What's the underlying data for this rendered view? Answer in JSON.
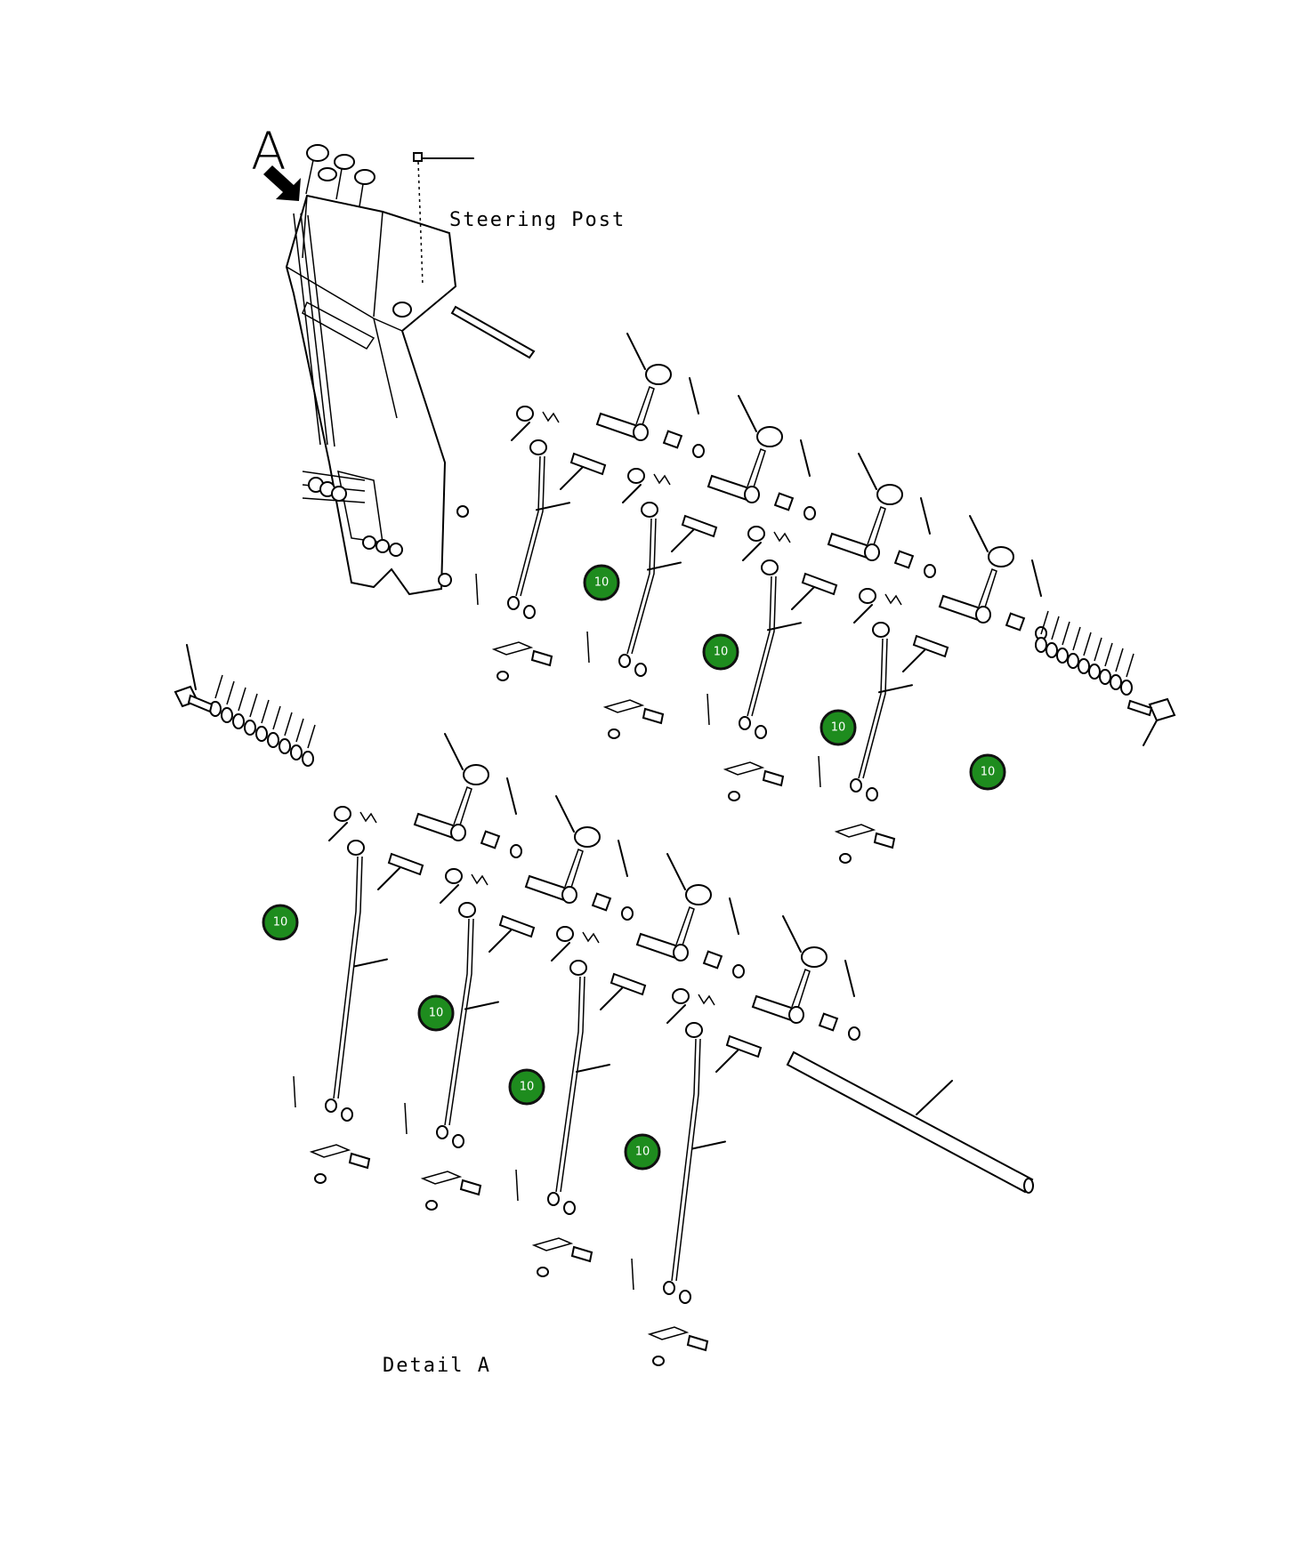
{
  "labels": {
    "callout_letter": "A",
    "steering_post": "Steering Post",
    "detail_a": "Detail A"
  },
  "callouts": [
    {
      "text": "10"
    },
    {
      "text": "10"
    },
    {
      "text": "10"
    },
    {
      "text": "10"
    },
    {
      "text": "10"
    },
    {
      "text": "10"
    },
    {
      "text": "10"
    },
    {
      "text": "10"
    }
  ],
  "colors": {
    "callout_fill": "#1e8c1e",
    "line": "#000000",
    "background": "#ffffff"
  }
}
